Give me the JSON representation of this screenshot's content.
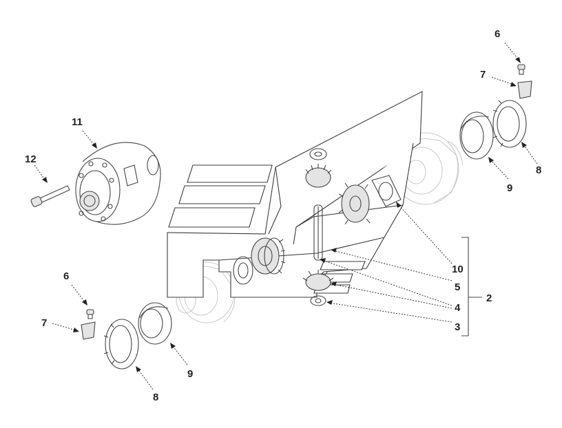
{
  "labels": {
    "l6_top": "6",
    "l7_top": "7",
    "l8_top": "8",
    "l9_top": "9",
    "l11": "11",
    "l12": "12",
    "l10": "10",
    "l5": "5",
    "l4": "4",
    "l2": "2",
    "l3": "3",
    "l6_bot": "6",
    "l7_bot": "7",
    "l9_bot": "9",
    "l8_bot": "8"
  },
  "colors": {
    "line": "#444444",
    "ghost": "#c8c8c8",
    "label": "#222222"
  }
}
